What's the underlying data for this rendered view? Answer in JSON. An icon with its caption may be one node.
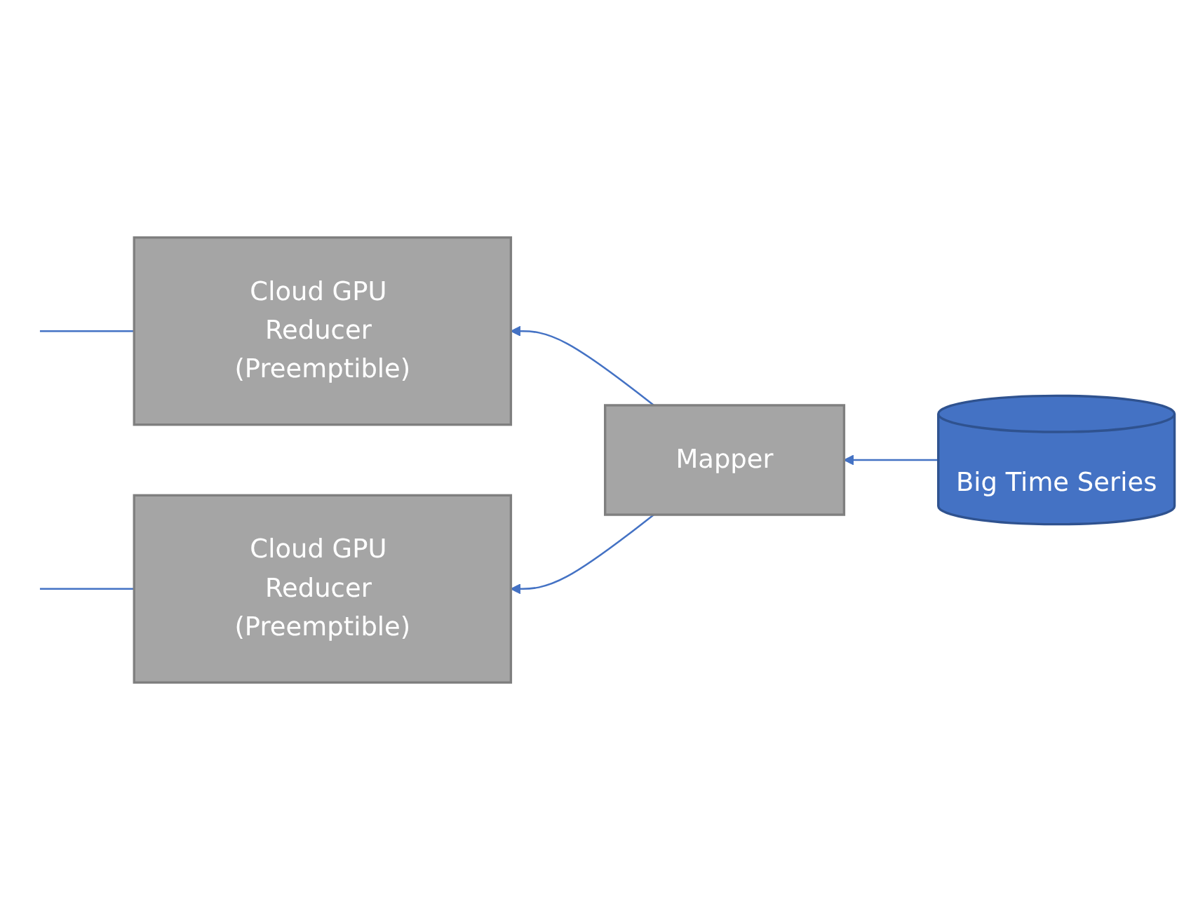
{
  "diagram": {
    "nodes": [
      {
        "text": [
          "Cloud GPU Reducer (Preemptible)"
        ]
      },
      {
        "text": [
          "Big Time Series"
        ]
      },
      {
        "text": [
          "Mapper"
        ]
      },
      {
        "text": [
          "Cloud GPU Reducer (Preemptible)"
        ]
      }
    ],
    "edges": [
      {
        "from": 1,
        "to": 2,
        "arrow": "to"
      },
      {
        "from": 2,
        "to": 0,
        "arrow": "to"
      },
      {
        "from": 2,
        "to": 3,
        "arrow": "to"
      },
      {
        "from": 0,
        "to": null,
        "arrow": "none"
      },
      {
        "from": 3,
        "to": null,
        "arrow": "none"
      }
    ]
  }
}
